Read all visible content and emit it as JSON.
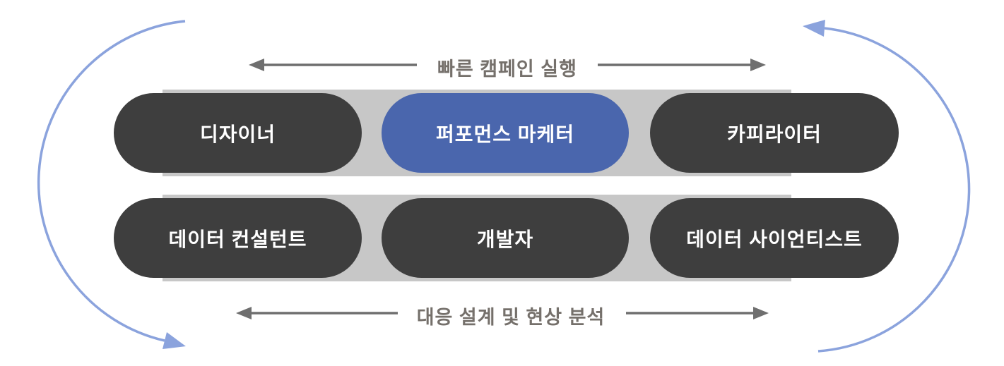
{
  "diagram": {
    "top_label": "빠른 캠페인 실행",
    "bottom_label": "대응 설계 및 현상 분석",
    "rows": [
      {
        "pills": [
          {
            "label": "디자이너",
            "variant": "dark"
          },
          {
            "label": "퍼포먼스 마케터",
            "variant": "blue"
          },
          {
            "label": "카피라이터",
            "variant": "dark"
          }
        ]
      },
      {
        "pills": [
          {
            "label": "데이터 컨설턴트",
            "variant": "dark"
          },
          {
            "label": "개발자",
            "variant": "dark"
          },
          {
            "label": "데이터 사이언티스트",
            "variant": "dark"
          }
        ]
      }
    ],
    "icons": {
      "left_cycle_arrow": "curved-arrow-counterclockwise",
      "right_cycle_arrow": "curved-arrow-counterclockwise",
      "top_left_arrow": "arrow-left",
      "top_right_arrow": "arrow-right",
      "bottom_left_arrow": "arrow-left",
      "bottom_right_arrow": "arrow-right"
    },
    "colors": {
      "pill_dark": "#3e3e3e",
      "pill_blue": "#4a66ad",
      "band_gray": "#c7c7c7",
      "arc_blue": "#8ba3dd",
      "arrow_gray": "#6f6f6f",
      "label_text": "#75706b",
      "pill_text": "#ffffff"
    }
  }
}
